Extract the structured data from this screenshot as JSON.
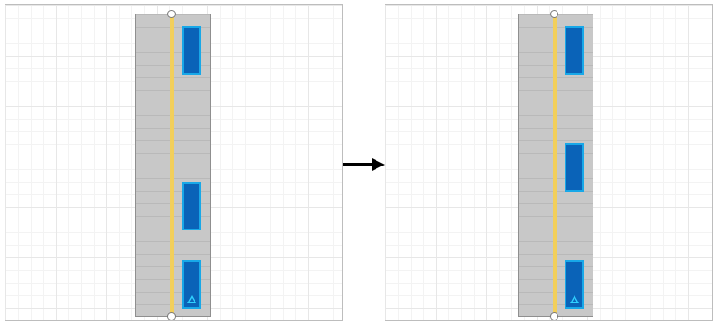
{
  "scenes": [
    {
      "id": "before",
      "vehicles": [
        {
          "role": "vehicle"
        },
        {
          "role": "vehicle"
        },
        {
          "role": "ego-vehicle"
        }
      ]
    },
    {
      "id": "after",
      "vehicles": [
        {
          "role": "vehicle"
        },
        {
          "role": "vehicle"
        },
        {
          "role": "ego-vehicle"
        }
      ]
    }
  ],
  "transition": {
    "icon": "right-arrow-icon"
  },
  "colors": {
    "road": "#c8c8c8",
    "lane_line": "#f2cf5b",
    "vehicle_fill": "#0a63b8",
    "vehicle_outline": "#18a8e8",
    "grid_line": "#e7e7e7"
  }
}
